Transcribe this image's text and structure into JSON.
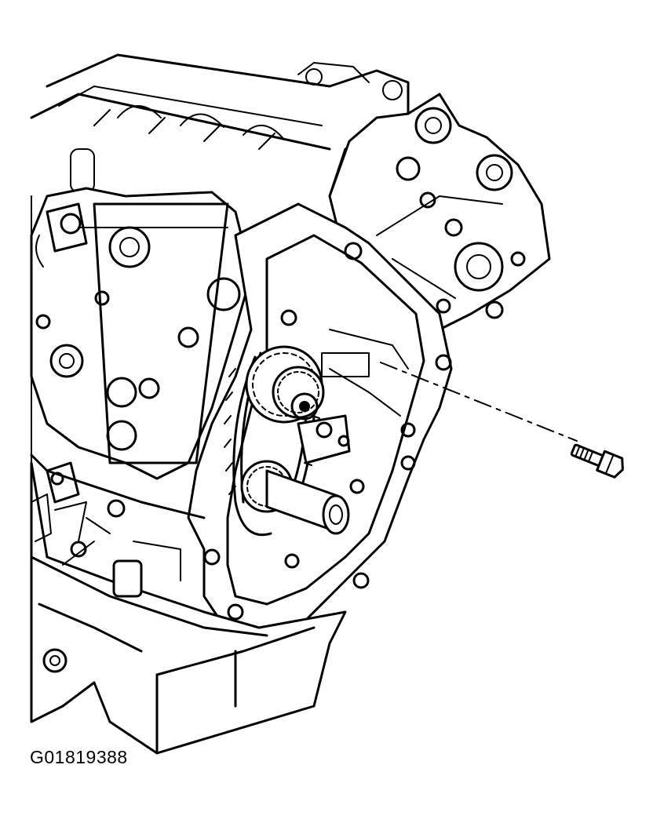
{
  "figure": {
    "id_label": "G01819388",
    "icons": [
      "engine-block-illustration",
      "timing-chain-illustration",
      "bolt-icon"
    ],
    "colors": {
      "line": "#000000",
      "background": "#ffffff"
    }
  }
}
